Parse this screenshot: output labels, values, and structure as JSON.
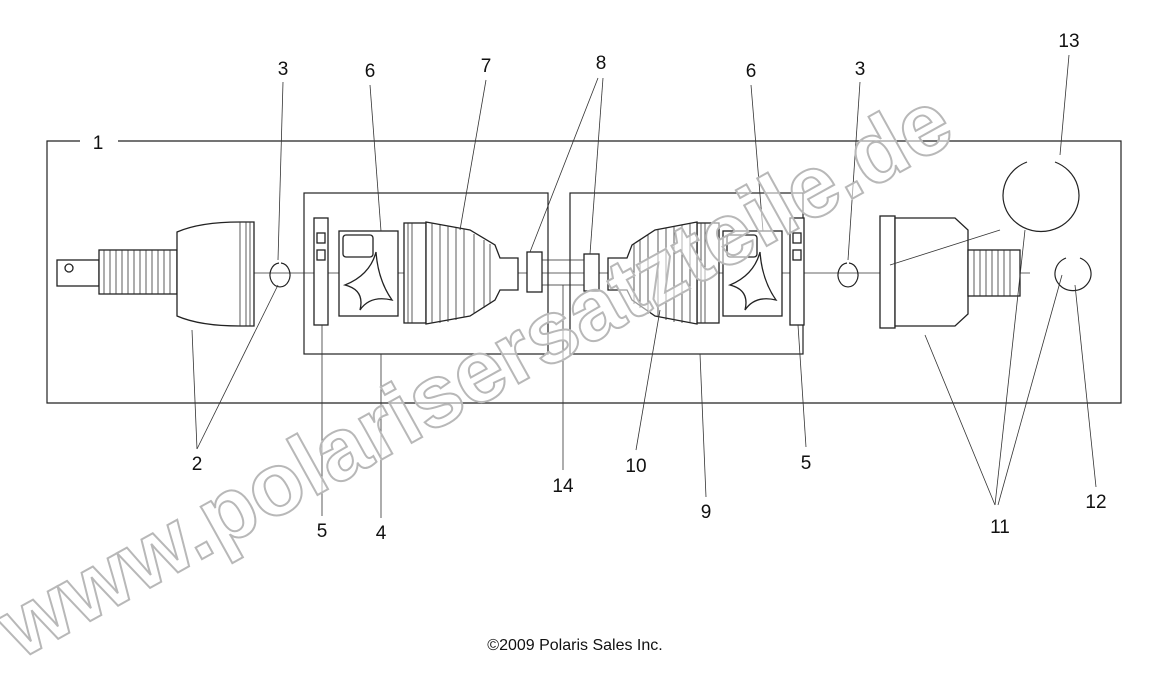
{
  "diagram": {
    "callouts": [
      "1",
      "2",
      "3",
      "3",
      "4",
      "5",
      "5",
      "6",
      "6",
      "7",
      "8",
      "9",
      "10",
      "11",
      "12",
      "13",
      "14"
    ],
    "copyright": "©2009 Polaris Sales Inc.",
    "watermark": "www.polarisersatzteile.de"
  }
}
